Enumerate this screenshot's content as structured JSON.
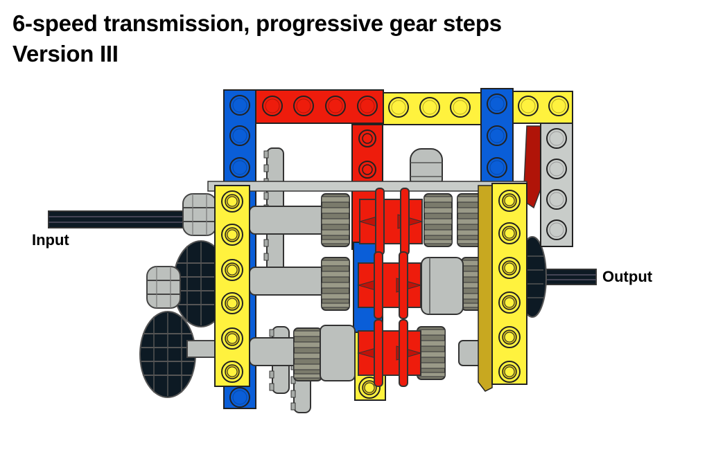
{
  "title": {
    "line1": "6-speed transmission, progressive gear steps",
    "line2": "Version III"
  },
  "labels": {
    "input": "Input",
    "output": "Output"
  },
  "colors": {
    "blue": "#0a5ed8",
    "red": "#ee1c0c",
    "yellow": "#fff23e",
    "light_gray": "#bcc0bd",
    "dark_gray": "#7b7b6c",
    "black": "#0d1a24",
    "outline": "#333333"
  }
}
